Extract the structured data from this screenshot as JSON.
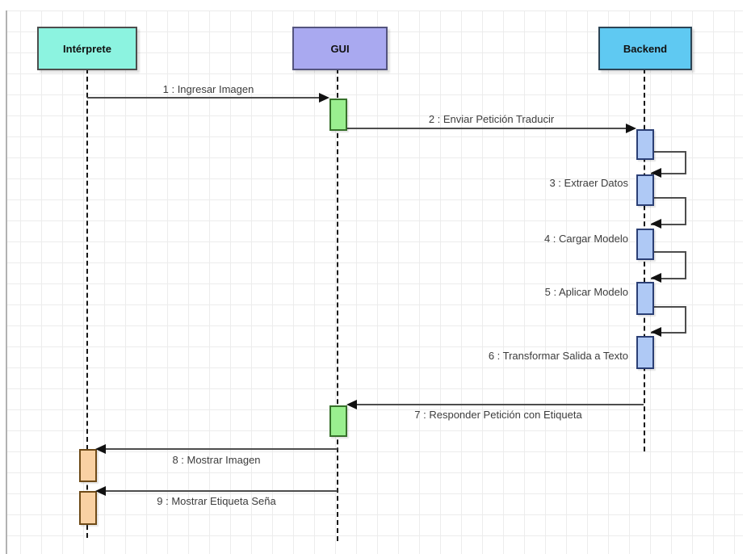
{
  "diagram": {
    "kind": "uml-sequence-diagram",
    "actors": [
      {
        "id": "interprete",
        "label": "Intérprete"
      },
      {
        "id": "gui",
        "label": "GUI"
      },
      {
        "id": "backend",
        "label": "Backend"
      }
    ],
    "messages": [
      {
        "seq": 1,
        "label": "1 : Ingresar Imagen",
        "from": "Intérprete",
        "to": "GUI",
        "kind": "call"
      },
      {
        "seq": 2,
        "label": "2 : Enviar Petición Traducir",
        "from": "GUI",
        "to": "Backend",
        "kind": "call"
      },
      {
        "seq": 3,
        "label": "3 : Extraer Datos",
        "from": "Backend",
        "to": "Backend",
        "kind": "self"
      },
      {
        "seq": 4,
        "label": "4 : Cargar Modelo",
        "from": "Backend",
        "to": "Backend",
        "kind": "self"
      },
      {
        "seq": 5,
        "label": "5 : Aplicar Modelo",
        "from": "Backend",
        "to": "Backend",
        "kind": "self"
      },
      {
        "seq": 6,
        "label": "6 : Transformar Salida a Texto",
        "from": "Backend",
        "to": "Backend",
        "kind": "self"
      },
      {
        "seq": 7,
        "label": "7 : Responder Petición con Etiqueta",
        "from": "Backend",
        "to": "GUI",
        "kind": "return"
      },
      {
        "seq": 8,
        "label": "8 : Mostrar Imagen",
        "from": "GUI",
        "to": "Intérprete",
        "kind": "call"
      },
      {
        "seq": 9,
        "label": "9 : Mostrar Etiqueta Seña",
        "from": "GUI",
        "to": "Intérprete",
        "kind": "call"
      }
    ]
  },
  "colors": {
    "interprete_fill": "#8CF3E0",
    "interprete_border": "#4D4D4D",
    "gui_fill": "#A9A9F0",
    "gui_border": "#54547E",
    "backend_fill": "#5FC9F2",
    "backend_border": "#2C4455",
    "act_green_fill": "#9AEF8F",
    "act_green_border": "#36702A",
    "act_blue_fill": "#AFC9F5",
    "act_blue_border": "#2B3F75",
    "act_orange_fill": "#F9D1A3",
    "act_orange_border": "#6E4A17",
    "line": "#4D4D4D",
    "arrow": "#111111",
    "grid": "#ECECEC",
    "text": "#3C3C3C"
  }
}
